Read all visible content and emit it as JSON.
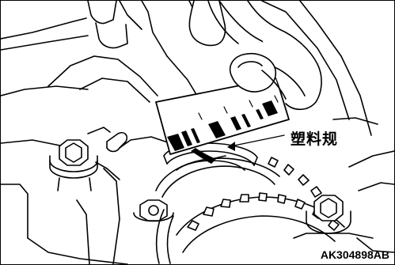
{
  "callout": {
    "label": "塑料规"
  },
  "figure": {
    "code": "AK304898AB"
  },
  "icons": [
    "hand-illustration",
    "plastigage-strip",
    "bolt-head",
    "timing-sprocket",
    "leader-arrow"
  ]
}
